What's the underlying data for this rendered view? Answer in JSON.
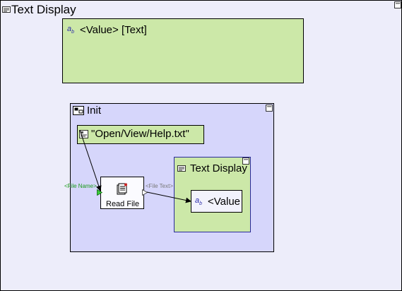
{
  "outer": {
    "title": "Text Display",
    "icon": "text-display-icon",
    "minimize": "−"
  },
  "top_value_box": {
    "icon": "text-value-icon",
    "text": "<Value> [Text]"
  },
  "init_block": {
    "title": "Init",
    "icon": "init-icon",
    "minimize": "−",
    "file_path": "\"Open/View/Help.txt\"",
    "file_path_icon": "string-constant-icon",
    "read_file": {
      "label": "Read File",
      "icon": "read-file-icon",
      "input_port": "<File Name>",
      "output_port": "<File Text>"
    },
    "inner_display": {
      "title": "Text Display",
      "icon": "text-display-icon",
      "minimize": "−",
      "value_text": "<Value",
      "value_icon": "text-value-icon"
    }
  },
  "colors": {
    "background": "#ededfa",
    "green": "#cce8a8",
    "lavender": "#d6d6fb",
    "port_green": "#1a9a1a",
    "port_gray": "#777777"
  }
}
